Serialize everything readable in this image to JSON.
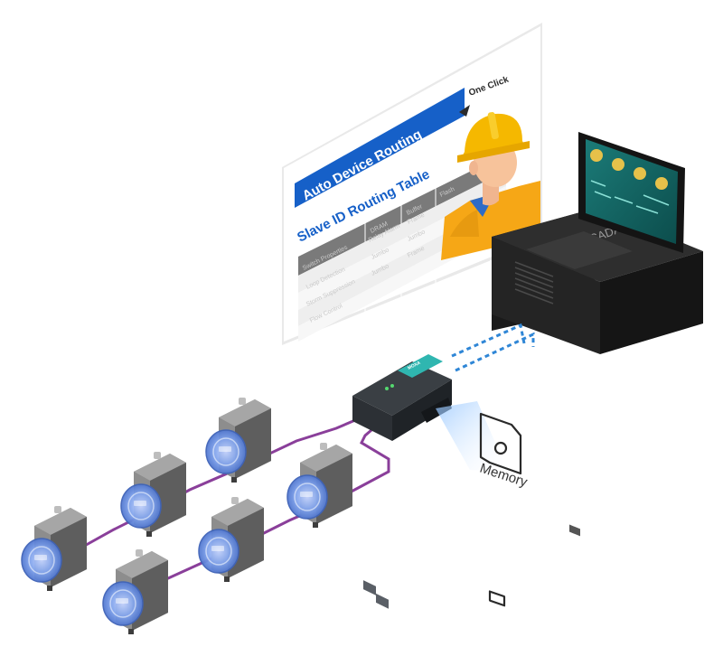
{
  "panel": {
    "button_label": "Auto Device Routing",
    "one_click": "One Click",
    "table_title": "Slave ID Routing Table",
    "headers": [
      "",
      "DRAM",
      "Buffer",
      "Flash"
    ],
    "rows": [
      [
        "Switch Properties",
        "Relay Alarm",
        "Frame"
      ],
      [
        "Loop Detection",
        "Jumbo",
        "Jumbo"
      ],
      [
        "Storm Suppression",
        "Jumbo",
        "Frame"
      ],
      [
        "Flow Control",
        "",
        ""
      ]
    ]
  },
  "computer": {
    "label": "SCADA"
  },
  "memory": {
    "label": "Memory"
  },
  "gateway": {
    "brand": "MOXA"
  },
  "colors": {
    "accent_blue": "#1565c0",
    "cable_purple": "#8a3f9a",
    "helmet_yellow": "#f5b800",
    "shirt_yellow": "#f6a716",
    "meter_blue": "#6a94e0"
  }
}
